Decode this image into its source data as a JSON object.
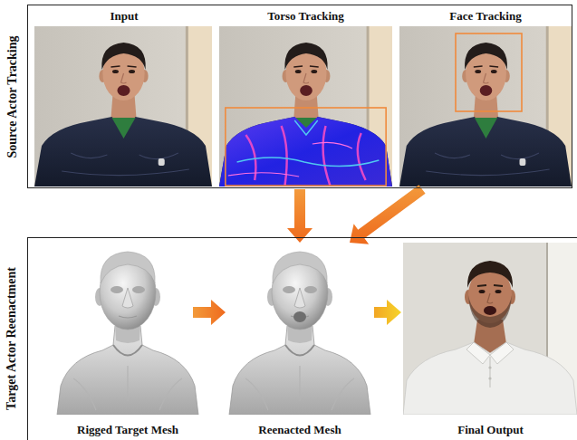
{
  "diagram": {
    "nodes": [
      {
        "text": [
          "Source Actor Tracking"
        ]
      },
      {
        "text": [
          "Input"
        ],
        "in": 0
      },
      {
        "text": [
          "Torso Tracking"
        ],
        "in": 0
      },
      {
        "text": [
          "Face Tracking"
        ],
        "in": 0
      },
      {
        "text": [
          "Target Actor Reenactment"
        ]
      },
      {
        "text": [
          "Rigged Target Mesh"
        ],
        "in": 4
      },
      {
        "text": [
          "Reenacted Mesh"
        ],
        "in": 4
      },
      {
        "text": [
          "Final Output"
        ],
        "in": 4
      }
    ],
    "edges": [
      {
        "from": 2,
        "to": 6,
        "arrow": "to"
      },
      {
        "from": 3,
        "to": 6,
        "arrow": "to"
      },
      {
        "from": 5,
        "to": 6,
        "arrow": "to"
      },
      {
        "from": 6,
        "to": 7,
        "arrow": "to"
      }
    ]
  }
}
